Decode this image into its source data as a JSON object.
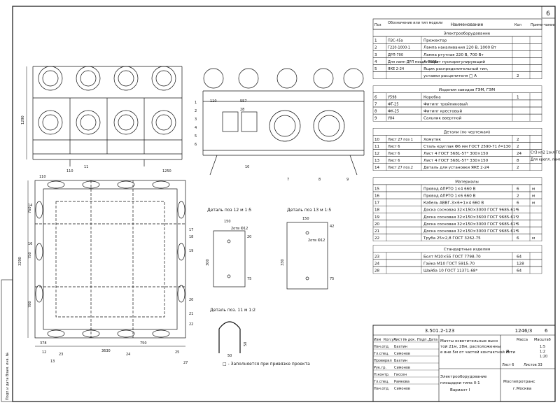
{
  "sheet_number": "6",
  "side_stamp": "Подп.и дата  Взам. инв. №",
  "spec": {
    "headers": {
      "pos": "Поз",
      "designation": "Обозначение или тип модели",
      "name": "Наименование",
      "qty": "Кол",
      "note": "Приме-чание"
    },
    "sec_electrical": "Электрооборудование",
    "sec_factory": "Изделия заводов ГЭМ, ГЭМ",
    "sec_details": "Детали (по чертежам)",
    "sec_materials": "Материалы",
    "sec_standard": "Стандартные изделия",
    "rows_electrical": [
      {
        "pos": "1",
        "des": "ПЗС-45а",
        "name": "Прожектор",
        "qty": ""
      },
      {
        "pos": "2",
        "des": "Г220-1000-1",
        "name": "Лампа накаливания 220 В, 1000 Вт",
        "qty": ""
      },
      {
        "pos": "3",
        "des": "ДРЛ-700",
        "name": "Лампа ртутная 220 В, 700 Вт",
        "qty": ""
      },
      {
        "pos": "4",
        "des": "Для ламп ДРЛ мощн. 700Вт",
        "name": "Аппарат пускорегулирующий",
        "qty": ""
      },
      {
        "pos": "5",
        "des": "ЯКЕ 2-24",
        "name": "Ящик распределительный тип,",
        "qty": ""
      },
      {
        "pos": "",
        "des": "",
        "name": "уставки расцепителя □ А",
        "qty": "2"
      }
    ],
    "rows_factory": [
      {
        "pos": "6",
        "des": "У598",
        "name": "Коробка",
        "qty": "1"
      },
      {
        "pos": "7",
        "des": "ФТ-25",
        "name": "Фитинг тройниковый",
        "qty": ""
      },
      {
        "pos": "8",
        "des": "ФК-25",
        "name": "Фитинг крестовый",
        "qty": ""
      },
      {
        "pos": "9",
        "des": "У84",
        "name": "Сальник ввертной",
        "qty": ""
      }
    ],
    "rows_details": [
      {
        "pos": "10",
        "des": "Лист 27 поз 1",
        "name": "Хомутик",
        "qty": "2",
        "note": ""
      },
      {
        "pos": "11",
        "des": "Лист 6",
        "name": "Сталь круглая Ф6 мм ГОСТ 2590-71 ℓ=130",
        "qty": "2",
        "note": ""
      },
      {
        "pos": "12",
        "des": "Лист 6",
        "name": "Лист 4 ГОСТ 5681-57* 300×150",
        "qty": "24",
        "note": "Ст3 кп2 1зкл ГОСТ 380-71*"
      },
      {
        "pos": "13",
        "des": "Лист 6",
        "name": "Лист 4 ГОСТ 5681-57* 330×150",
        "qty": "8",
        "note": "Для крепл. ламп ДРЛ мощн. 400Вт"
      },
      {
        "pos": "14",
        "des": "Лист 27 поз.2",
        "name": "Деталь для установки ЯКЕ 2-24",
        "qty": "2",
        "note": ""
      }
    ],
    "rows_materials": [
      {
        "pos": "15",
        "des": "",
        "name": "Провод АПРТО 1×4 660 В",
        "qty": "6",
        "unit": "м"
      },
      {
        "pos": "16",
        "des": "",
        "name": "Провод АПРТО 1×6 660 В",
        "qty": "2",
        "unit": "м"
      },
      {
        "pos": "17",
        "des": "",
        "name": "Кабель АВВГ-3×6+1×4 660 В",
        "qty": "6",
        "unit": "м"
      },
      {
        "pos": "18",
        "des": "",
        "name": "Доска сосновая 32×150×3000 ГОСТ 9685-61*",
        "qty": "6",
        "unit": ""
      },
      {
        "pos": "19",
        "des": "",
        "name": "Доска сосновая 32×150×3600 ГОСТ 9685-61*",
        "qty": "2",
        "unit": ""
      },
      {
        "pos": "20",
        "des": "",
        "name": "Доска сосновая 32×150×3000 ГОСТ 9685-61*",
        "qty": "6",
        "unit": ""
      },
      {
        "pos": "21",
        "des": "",
        "name": "Доска сосновая 32×150×3000 ГОСТ 9685-61*",
        "qty": "6",
        "unit": ""
      },
      {
        "pos": "22",
        "des": "",
        "name": "Труба 25×2,8 ГОСТ 3262-75",
        "qty": "6",
        "unit": "м"
      }
    ],
    "rows_standard": [
      {
        "pos": "23",
        "des": "",
        "name": "Болт М10×55  ГОСТ 7798-70",
        "qty": "64"
      },
      {
        "pos": "24",
        "des": "",
        "name": "Гайка М10  ГОСТ 5915-70",
        "qty": "128"
      },
      {
        "pos": "28",
        "des": "",
        "name": "Шайба 10  ГОСТ 11371-68*",
        "qty": "64"
      }
    ]
  },
  "drawing": {
    "dims_front": {
      "height": "1290",
      "w1": "110",
      "w2": "1250"
    },
    "dims_side": {
      "a": "110",
      "b": "557",
      "c": "28"
    },
    "plan": {
      "left": "3290",
      "w1": "378",
      "w2": "3630",
      "w3": "750",
      "h1": "780",
      "h2": "750",
      "h3": "760",
      "edge": "110"
    },
    "callouts": [
      "1",
      "2",
      "3",
      "4",
      "5",
      "6",
      "7",
      "8",
      "9",
      "10",
      "11",
      "12",
      "13",
      "14",
      "16",
      "17",
      "18",
      "19",
      "20",
      "21",
      "22",
      "23",
      "24",
      "25",
      "27"
    ],
    "detail_12": {
      "title": "Деталь поз 12 м 1:5",
      "w": "150",
      "h": "300",
      "d1": "20",
      "d2": "75",
      "d3": "2отв Ф12"
    },
    "detail_13": {
      "title": "Деталь поз 13 м 1:5",
      "w": "150",
      "h": "330",
      "d1": "42",
      "d2": "75",
      "d3": "2отв Ф12"
    },
    "detail_11": {
      "title": "Деталь поз. 11 м 1:2",
      "w": "50",
      "h": "50"
    },
    "legend_note": "□ - Заполняется  при привязке проекта"
  },
  "title_block": {
    "code": "3.501.2-123",
    "sheet_ref": "1246/3",
    "sheet_no": "6",
    "description": "Мачты осветительные высотой 21м, 28м, расположенные вне 5м от частей контактной сети",
    "subtitle": "Электрооборудование площадки типа II-1",
    "variant": "Вариант I",
    "stage": "Р",
    "sheet_label": "Лист",
    "sheets_label": "Листов",
    "sheet_value": "6",
    "sheets_value": "33",
    "mass_label": "Масса",
    "scale_label": "Масштаб",
    "scales": [
      "1:5",
      "1:2",
      "1:20"
    ],
    "org": "Мосгипротранс г.Москва",
    "roles": [
      {
        "role": "Нач.отд.",
        "name": "Бахтин"
      },
      {
        "role": "Гл.спец.",
        "name": "Симонов"
      },
      {
        "role": "Проверил",
        "name": "Бахтин"
      },
      {
        "role": "Рук.гр.",
        "name": "Симонов"
      },
      {
        "role": "Н.контр.",
        "name": "Гиссен"
      },
      {
        "role": "Гл.спец.",
        "name": "Рамкова"
      },
      {
        "role": "Нач.отд.",
        "name": "Симонов"
      }
    ],
    "header_cols": [
      "Изм",
      "Кол.уч",
      "Лист",
      "№ док.",
      "Подп.",
      "Дата"
    ]
  }
}
